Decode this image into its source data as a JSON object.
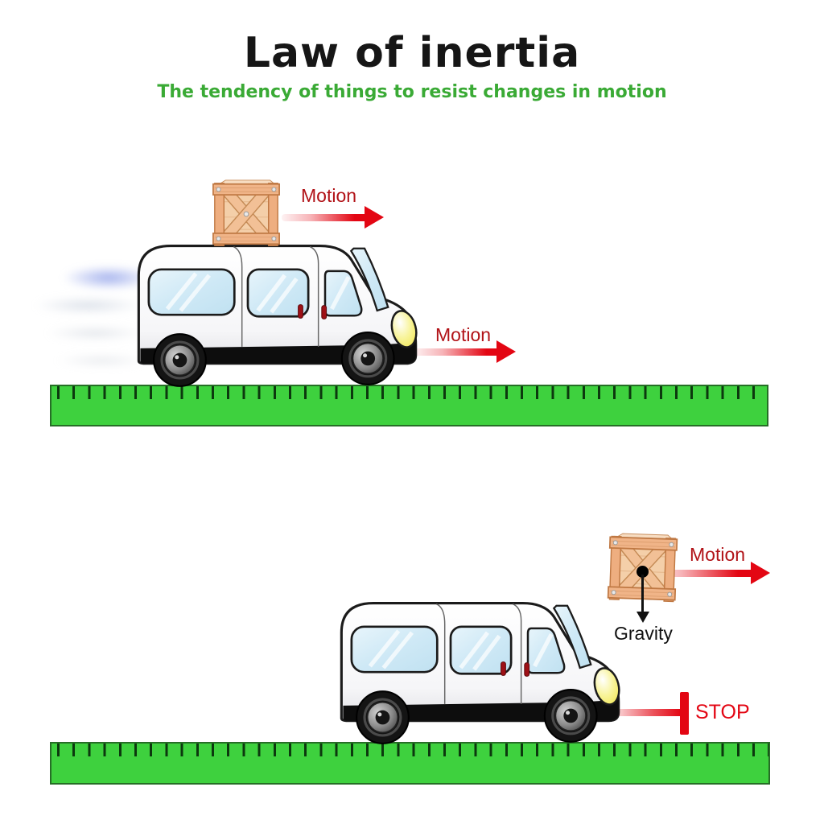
{
  "header": {
    "title": "Law of inertia",
    "subtitle": "The tendency of things to resist changes in motion",
    "title_color": "#161616",
    "subtitle_color": "#3aaa35"
  },
  "colors": {
    "arrow_red": "#e30613",
    "motion_label_red": "#b11217",
    "stop_red": "#e30613",
    "ground_green": "#3ed13e",
    "ground_border_green": "#266e26",
    "tick_dark_green": "#0c380e",
    "gravity_black": "#111111",
    "crate_wood": "#f0b488",
    "van_body": "#ffffff",
    "headlight_yellow": "#efe23a",
    "window_blue": "#cfe9f6"
  },
  "scene_top": {
    "description": "van moving right with crate on roof, speed blur behind",
    "crate_motion_label": "Motion",
    "van_motion_label": "Motion"
  },
  "scene_bottom": {
    "description": "van stopped by barrier, crate keeps moving forward and falls",
    "crate_motion_label": "Motion",
    "gravity_label": "Gravity",
    "stop_label": "STOP"
  },
  "icons": {
    "van": "van-illustration",
    "crate": "wooden-crate-icon",
    "motion_arrow": "right-arrow-icon",
    "gravity_arrow": "down-arrow-icon",
    "stop_barrier": "stop-barrier-icon",
    "ground": "ruler-ground-strip"
  }
}
